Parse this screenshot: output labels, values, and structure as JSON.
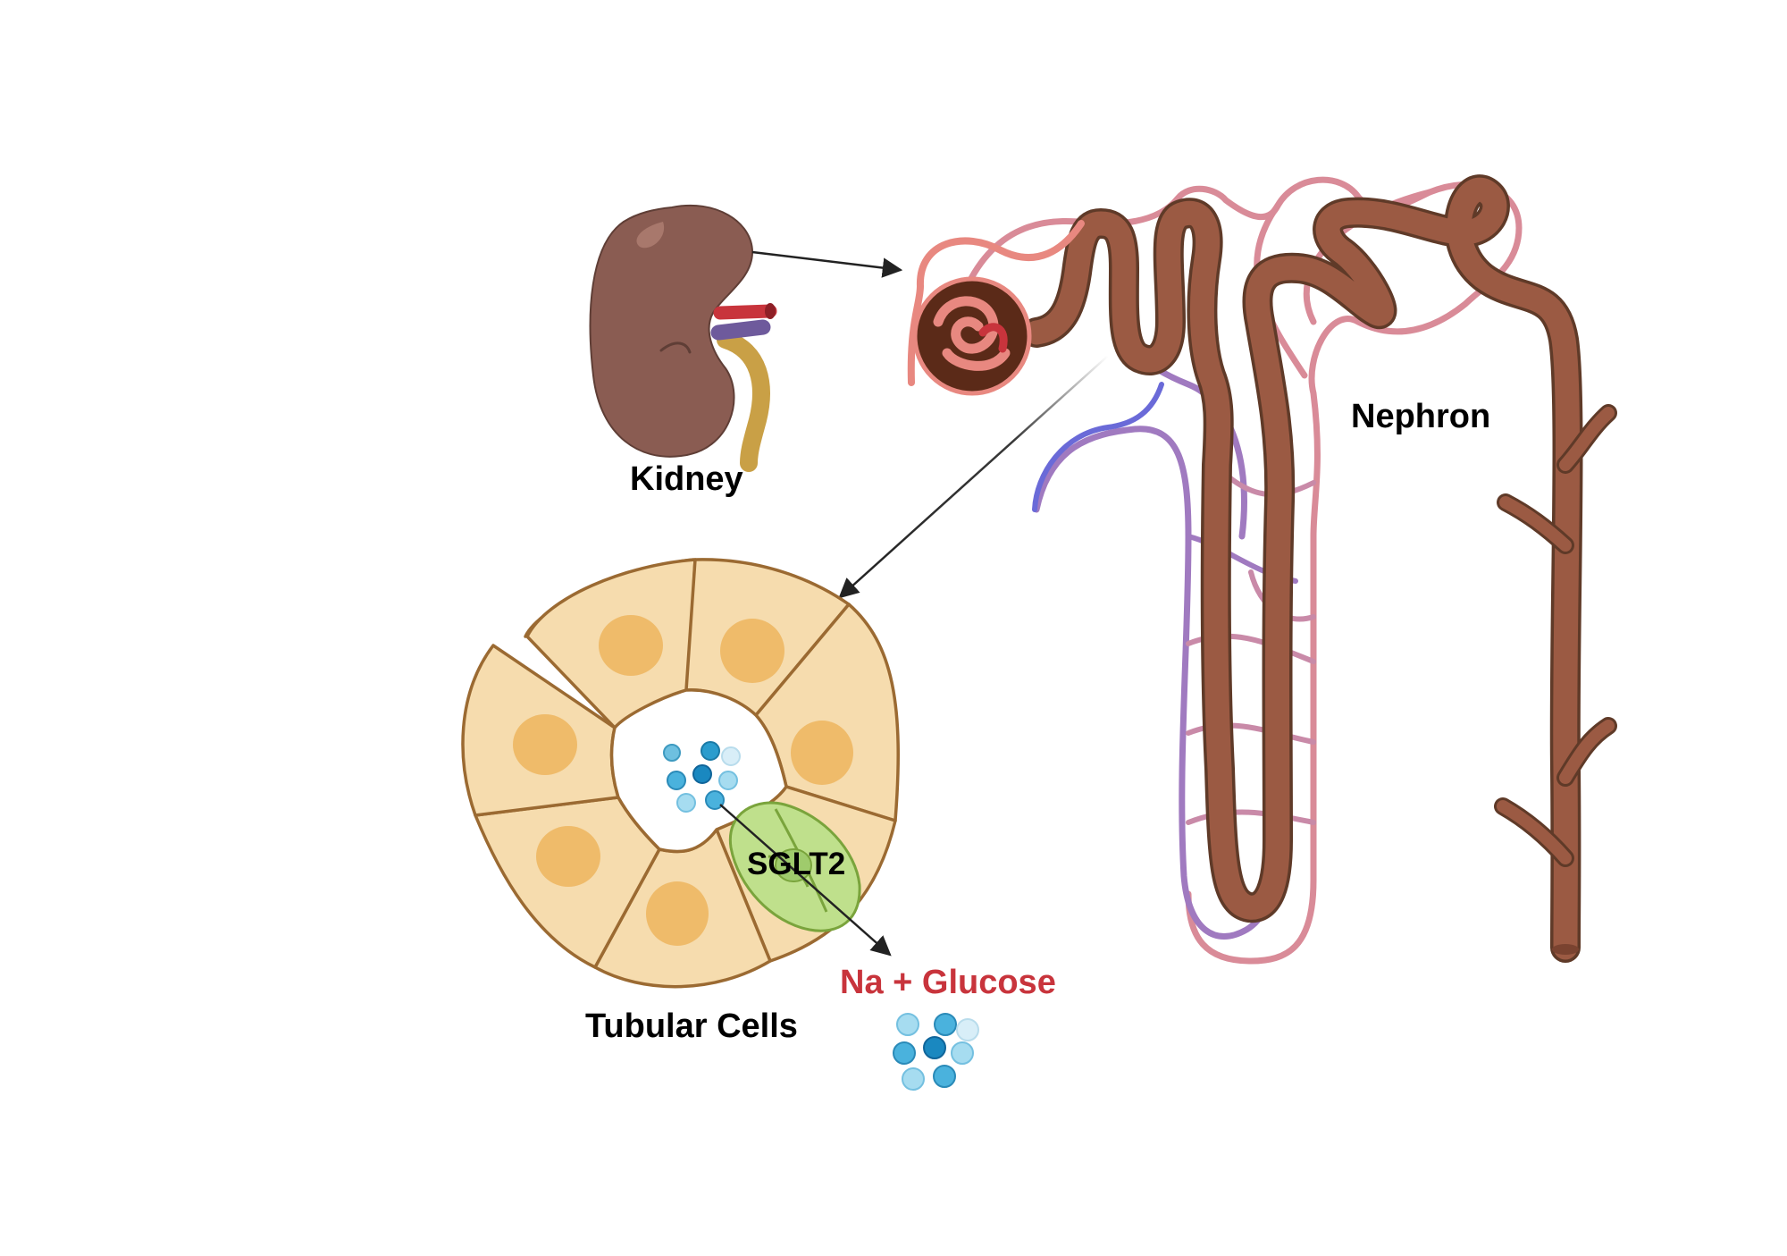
{
  "labels": {
    "kidney": "Kidney",
    "nephron": "Nephron",
    "tubular_cells": "Tubular Cells",
    "sglt2": "SGLT2",
    "na_glucose": "Na + Glucose"
  },
  "colors": {
    "kidney": "#8a5c52",
    "artery": "#c8343c",
    "vein": "#6e5a9c",
    "ureter": "#c9a046",
    "tubule": "#9b5a43",
    "capillary_pink": "#d98b98",
    "capillary_purple": "#a07ac0",
    "afferent": "#e88880",
    "cell_fill": "#f6dcae",
    "cell_nucleus": "#efbb6a",
    "cell_border": "#9b6a32",
    "sglt2_fill": "#bfe08c",
    "label_red": "#c8343c"
  },
  "icons": {
    "particle": "sodium-glucose-particle"
  }
}
